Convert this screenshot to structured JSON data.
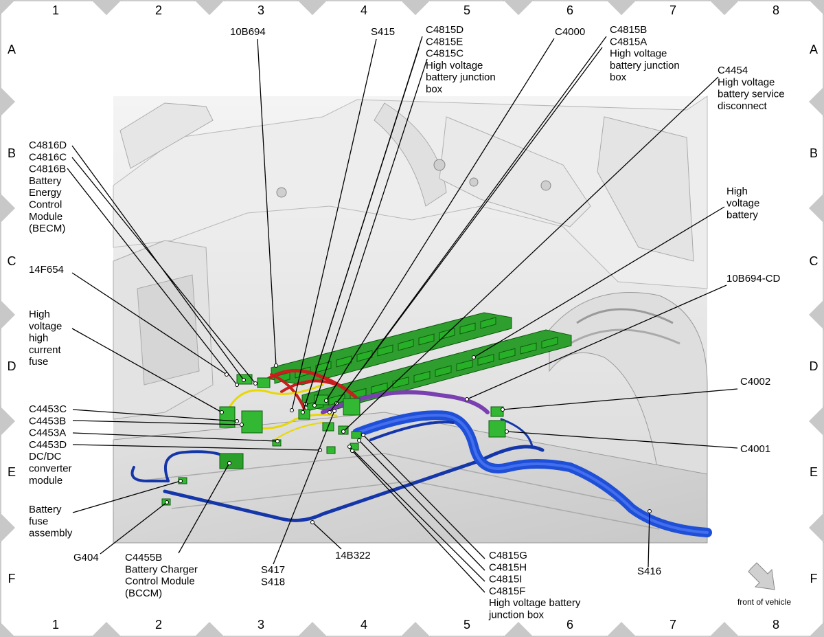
{
  "grid": {
    "columns": [
      "1",
      "2",
      "3",
      "4",
      "5",
      "6",
      "7",
      "8"
    ],
    "rows": [
      "A",
      "B",
      "C",
      "D",
      "E",
      "F"
    ]
  },
  "front_label": "front of vehicle",
  "callouts": [
    {
      "id": "10b694",
      "lines": [
        "10B694"
      ]
    },
    {
      "id": "s415",
      "lines": [
        "S415"
      ]
    },
    {
      "id": "c4815d-e-c",
      "lines": [
        "C4815D",
        "C4815E",
        "C4815C",
        "High voltage",
        "battery junction",
        "box"
      ]
    },
    {
      "id": "c4000",
      "lines": [
        "C4000"
      ]
    },
    {
      "id": "c4815b-a",
      "lines": [
        "C4815B",
        "C4815A",
        "High voltage",
        "battery junction",
        "box"
      ]
    },
    {
      "id": "c4454",
      "lines": [
        "C4454",
        "High voltage",
        "battery service",
        "disconnect"
      ]
    },
    {
      "id": "c4816",
      "lines": [
        "C4816D",
        "C4816C",
        "C4816B",
        "Battery",
        "Energy",
        "Control",
        "Module",
        "(BECM)"
      ]
    },
    {
      "id": "hv-battery",
      "lines": [
        "High",
        "voltage",
        "battery"
      ]
    },
    {
      "id": "14f654",
      "lines": [
        "14F654"
      ]
    },
    {
      "id": "10b694-cd",
      "lines": [
        "10B694-CD"
      ]
    },
    {
      "id": "hv-fuse",
      "lines": [
        "High",
        "voltage",
        "high",
        "current",
        "fuse"
      ]
    },
    {
      "id": "c4002",
      "lines": [
        "C4002"
      ]
    },
    {
      "id": "c4453",
      "lines": [
        "C4453C",
        "C4453B",
        "C4453A",
        "C4453D",
        "DC/DC",
        "converter",
        "module"
      ]
    },
    {
      "id": "c4001",
      "lines": [
        "C4001"
      ]
    },
    {
      "id": "battery-fuse",
      "lines": [
        "Battery",
        "fuse",
        "assembly"
      ]
    },
    {
      "id": "g404",
      "lines": [
        "G404"
      ]
    },
    {
      "id": "c4455b",
      "lines": [
        "C4455B",
        "Battery Charger",
        "Control Module",
        "(BCCM)"
      ]
    },
    {
      "id": "s417",
      "lines": [
        "S417",
        "S418"
      ]
    },
    {
      "id": "14b322",
      "lines": [
        "14B322"
      ]
    },
    {
      "id": "c4815g",
      "lines": [
        "C4815G",
        "C4815H",
        "C4815I",
        "C4815F",
        "High voltage battery",
        "junction box"
      ]
    },
    {
      "id": "s416",
      "lines": [
        "S416"
      ]
    }
  ]
}
